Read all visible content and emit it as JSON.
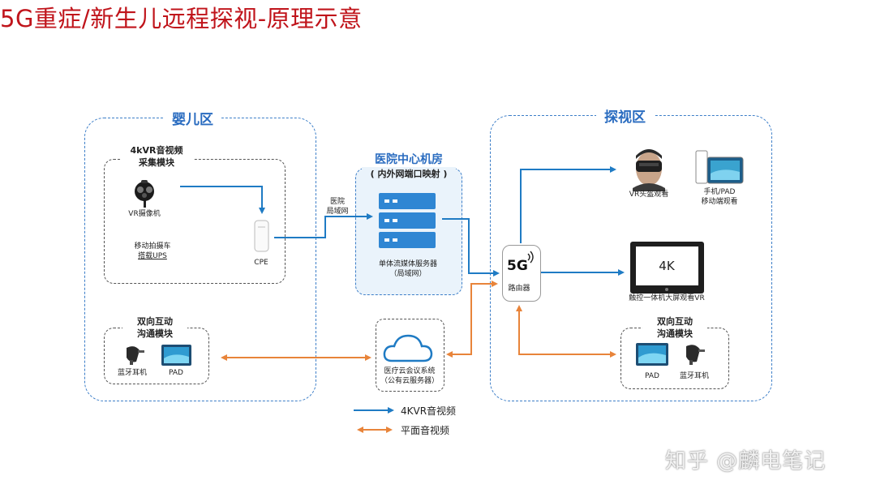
{
  "title": "5G重症/新生儿远程探视-原理示意",
  "zones": {
    "baby": {
      "title": "婴儿区"
    },
    "visit": {
      "title": "探视区"
    }
  },
  "capture_module": {
    "title_line1": "4kVR音视频",
    "title_line2": "采集模块",
    "camera_label": "VR摄像机",
    "cpe_label": "CPE",
    "vehicle_line1": "移动拍摄车",
    "vehicle_line2": "搭载UPS"
  },
  "baby_interact_module": {
    "title_line1": "双向互动",
    "title_line2": "沟通模块",
    "earphone_label": "蓝牙耳机",
    "pad_label": "PAD"
  },
  "hospital_lan_label_line1": "医院",
  "hospital_lan_label_line2": "局域网",
  "machine_room": {
    "title": "医院中心机房",
    "subtitle": "( 内外网端口映射 )",
    "server_line1": "单体流媒体服务器",
    "server_line2": "（局域网）"
  },
  "cloud": {
    "line1": "医疗云会议系统",
    "line2": "（公有云服务器）"
  },
  "router": {
    "badge": "5G",
    "label": "路由器"
  },
  "visit_devices": {
    "vr_headset_label": "VR头盔观看",
    "mobile_line1": "手机/PAD",
    "mobile_line2": "移动端观看",
    "screen_text": "4K",
    "screen_label": "触控一体机大屏观看VR"
  },
  "visit_interact_module": {
    "title_line1": "双向互动",
    "title_line2": "沟通模块",
    "pad_label": "PAD",
    "earphone_label": "蓝牙耳机"
  },
  "legend": {
    "vr_label": "4KVR音视频",
    "flat_label": "平面音视频"
  },
  "watermark": "知乎 @麟电笔记",
  "colors": {
    "title": "#c0141b",
    "blue_flow": "#1f7bc4",
    "orange_flow": "#e8843a",
    "zone_border": "#3c7ec8"
  }
}
